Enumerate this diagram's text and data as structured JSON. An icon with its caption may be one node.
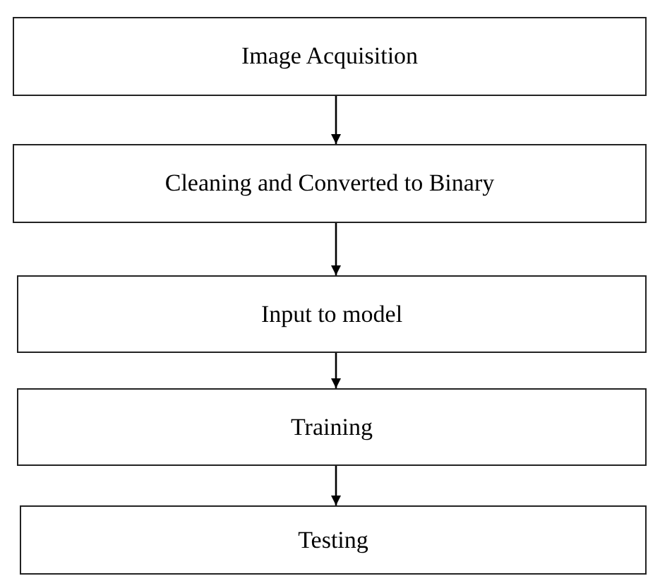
{
  "diagram": {
    "nodes": [
      {
        "text": [
          "Image Acquisition"
        ]
      },
      {
        "text": [
          "Cleaning and Converted to Binary"
        ]
      },
      {
        "text": [
          "Input to model"
        ]
      },
      {
        "text": [
          "Training"
        ]
      },
      {
        "text": [
          "Testing"
        ]
      }
    ],
    "edges": [
      {
        "from": 0,
        "to": 1,
        "arrow": "to"
      },
      {
        "from": 1,
        "to": 2,
        "arrow": "to"
      },
      {
        "from": 2,
        "to": 3,
        "arrow": "to"
      },
      {
        "from": 3,
        "to": 4,
        "arrow": "to"
      }
    ]
  }
}
